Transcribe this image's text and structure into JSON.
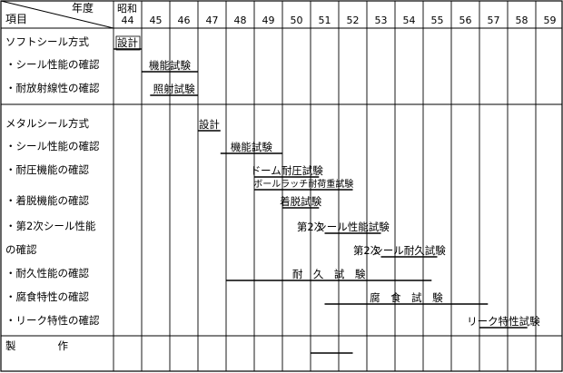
{
  "header": {
    "year_label": "年度",
    "item_label": "項目",
    "era_label": "昭和"
  },
  "years": [
    "44",
    "45",
    "46",
    "47",
    "48",
    "49",
    "50",
    "51",
    "52",
    "53",
    "54",
    "55",
    "56",
    "57",
    "58",
    "59"
  ],
  "rows": [
    {
      "label": "ソフトシール方式",
      "bars": [
        {
          "text": "設計",
          "from": 44,
          "to": 45,
          "boxed": true
        }
      ]
    },
    {
      "label": "・シール性能の確認",
      "bars": [
        {
          "text": "機能試験",
          "from": 45,
          "to": 47
        }
      ]
    },
    {
      "label": "・耐放射線性の確認",
      "bars": [
        {
          "text": "照射試験",
          "from": 45.3,
          "to": 47
        }
      ]
    },
    {
      "label": "",
      "bars": []
    },
    {
      "label": "メタルシール方式",
      "bars": [
        {
          "text": "設計",
          "from": 47,
          "to": 47.8
        }
      ]
    },
    {
      "label": "・シール性能の確認",
      "bars": [
        {
          "text": "機能試験",
          "from": 47.8,
          "to": 50
        }
      ]
    },
    {
      "label": "・耐圧機能の確認",
      "bars": [
        {
          "text": "ドーム耐圧試験",
          "from": 49,
          "to": 51.3
        },
        {
          "text": "ボールラッチ耐荷重試験",
          "from": 49,
          "to": 52.5
        }
      ]
    },
    {
      "label": "・着脱機能の確認",
      "bars": [
        {
          "text": "着脱試験",
          "from": 50,
          "to": 51.3
        }
      ]
    },
    {
      "label": "・第2次シール性能",
      "bars": [
        {
          "text": "第2次",
          "from": 51,
          "to": 51
        },
        {
          "text": "シール性能試験",
          "from": 51.5,
          "to": 53.5
        }
      ]
    },
    {
      "label": " の確認",
      "bars": [
        {
          "text": "第2次",
          "from": 53,
          "to": 53
        },
        {
          "text": "シール耐久試験",
          "from": 53.5,
          "to": 55.5
        }
      ]
    },
    {
      "label": "・耐久性能の確認",
      "bars": [
        {
          "text": "耐　久　試　験",
          "from": 48,
          "to": 55.3
        }
      ]
    },
    {
      "label": "・腐食特性の確認",
      "bars": [
        {
          "text": "腐　食　試　験",
          "from": 51.5,
          "to": 57.3
        }
      ]
    },
    {
      "label": "・リーク特性の確認",
      "bars": [
        {
          "text": "リーク特性試験",
          "from": 57,
          "to": 58.7
        }
      ]
    },
    {
      "label": "製　　　　作",
      "bars": []
    }
  ],
  "production": {
    "from": 51,
    "to": 52.5
  }
}
